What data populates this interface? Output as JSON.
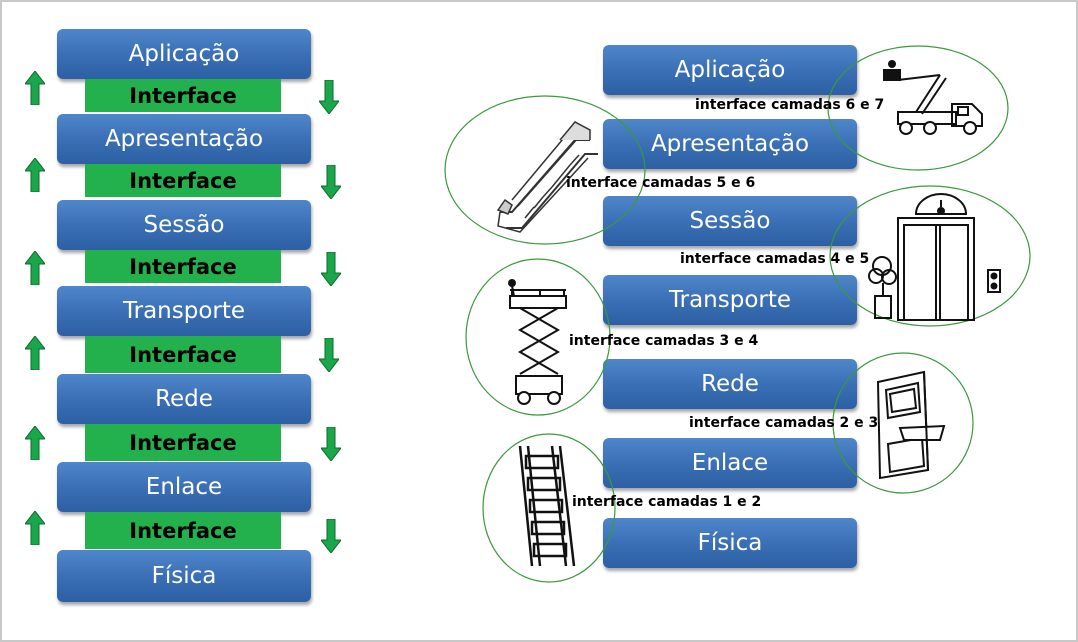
{
  "left_stack": {
    "layers": [
      "Aplicação",
      "Apresentação",
      "Sessão",
      "Transporte",
      "Rede",
      "Enlace",
      "Física"
    ],
    "interface_label": "Interface"
  },
  "right_stack": {
    "layers": [
      "Aplicação",
      "Apresentação",
      "Sessão",
      "Transporte",
      "Rede",
      "Enlace",
      "Física"
    ],
    "interfaces": [
      "interface camadas  6 e 7",
      "interface camadas  5 e 6",
      "interface camadas 4 e 5",
      "interface camadas 3 e 4",
      "interface camadas 2 e 3",
      "interface camadas 1 e 2"
    ]
  },
  "illustrations": [
    "bucket-truck-icon",
    "escalator-icon",
    "elevator-icon",
    "scissor-lift-icon",
    "door-icon",
    "ladder-icon"
  ],
  "colors": {
    "layer_blue": "#3d72b8",
    "interface_green": "#22b14c",
    "arrow_green": "#1aa64a",
    "circle_green": "#3a9a3a"
  }
}
